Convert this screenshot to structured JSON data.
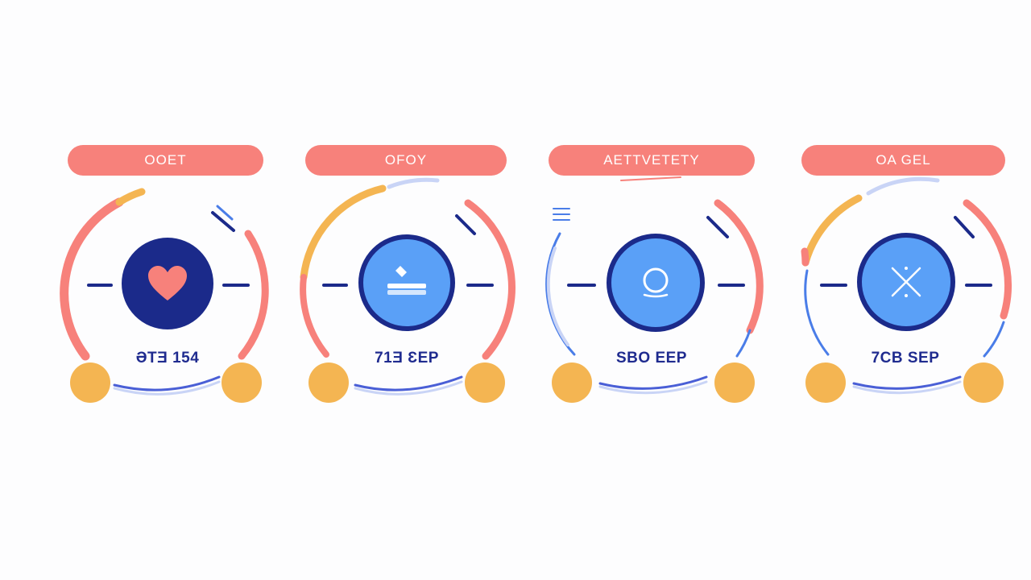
{
  "colors": {
    "accent_red": "#f7817b",
    "accent_orange": "#f4b552",
    "navy": "#1b2a8a",
    "blue": "#5aa0f7",
    "light_blue": "#c9d4f6"
  },
  "cards": [
    {
      "title": "OOET",
      "readout": "ƏTƎ 154",
      "icon": "heart-icon"
    },
    {
      "title": "OFOY",
      "readout": "71Ǝ ƐEP",
      "icon": "pencil-tray-icon"
    },
    {
      "title": "AETTVETETY",
      "readout": "SBO EEP",
      "icon": "ring-icon"
    },
    {
      "title": "OA GEL",
      "readout": "7CB SEP",
      "icon": "cross-icon"
    }
  ]
}
